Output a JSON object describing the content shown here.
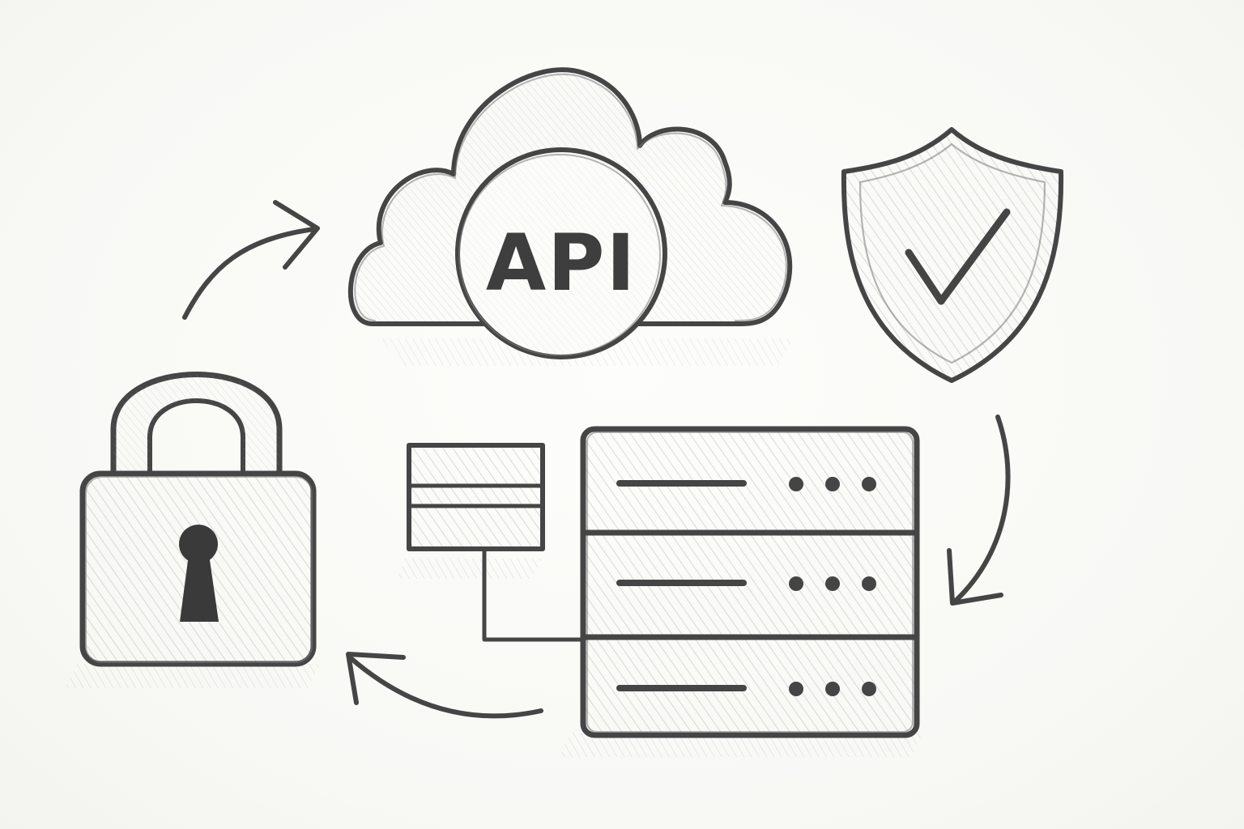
{
  "diagram": {
    "nodes": [
      {
        "id": "lock",
        "icon": "padlock-icon"
      },
      {
        "id": "api",
        "icon": "cloud-icon",
        "label": "API"
      },
      {
        "id": "shield",
        "icon": "shield-check-icon"
      },
      {
        "id": "server",
        "icon": "server-rack-icon"
      },
      {
        "id": "table",
        "icon": "data-table-icon"
      }
    ],
    "edges": [
      {
        "from": "lock",
        "to": "api"
      },
      {
        "from": "shield",
        "to": "server"
      },
      {
        "from": "server",
        "to": "lock"
      }
    ],
    "style": {
      "ink": "#454545",
      "paper": "#fbfbf9",
      "shade": "#9a9a9a"
    }
  }
}
